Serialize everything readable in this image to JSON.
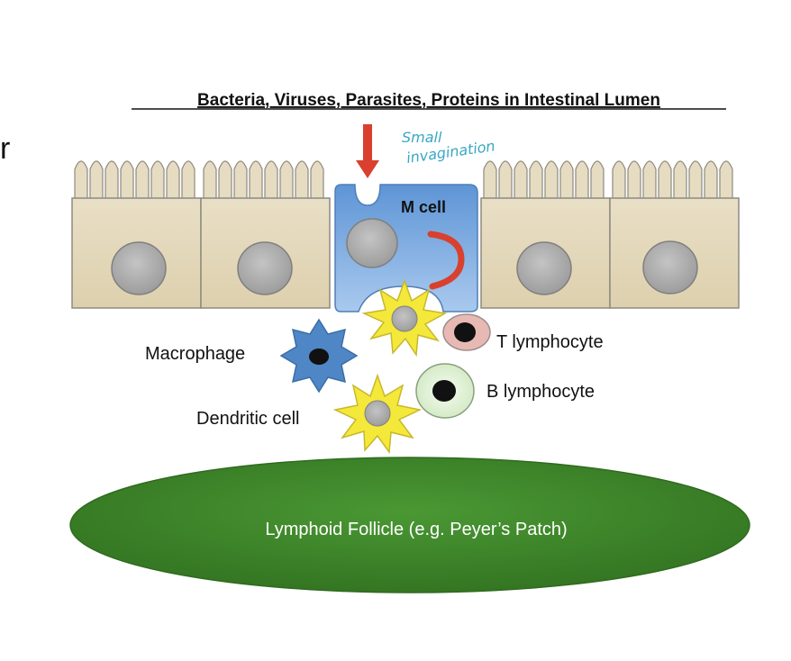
{
  "lumen_label": "Bacteria, Viruses, Parasites, Proteins in Intestinal Lumen",
  "annotation": {
    "line1": "Small",
    "line2": "invagination"
  },
  "edge_fragment": "r",
  "labels": {
    "m_cell": "M cell",
    "macrophage": "Macrophage",
    "t_lymphocyte": "T lymphocyte",
    "b_lymphocyte": "B lymphocyte",
    "dendritic_cell": "Dendritic cell",
    "follicle": "Lymphoid Follicle (e.g. Peyer’s Patch)"
  },
  "colors": {
    "enterocyte": "#e6dcc2",
    "m_cell": "#6ea4dc",
    "arrow": "#d9402e",
    "dendritic": "#f4e83a",
    "macrophage": "#4f86c6",
    "t_cell": "#e8b9b2",
    "b_cell": "#dff0d2",
    "follicle": "#3f8a2a",
    "annotation": "#3aa7c4"
  }
}
